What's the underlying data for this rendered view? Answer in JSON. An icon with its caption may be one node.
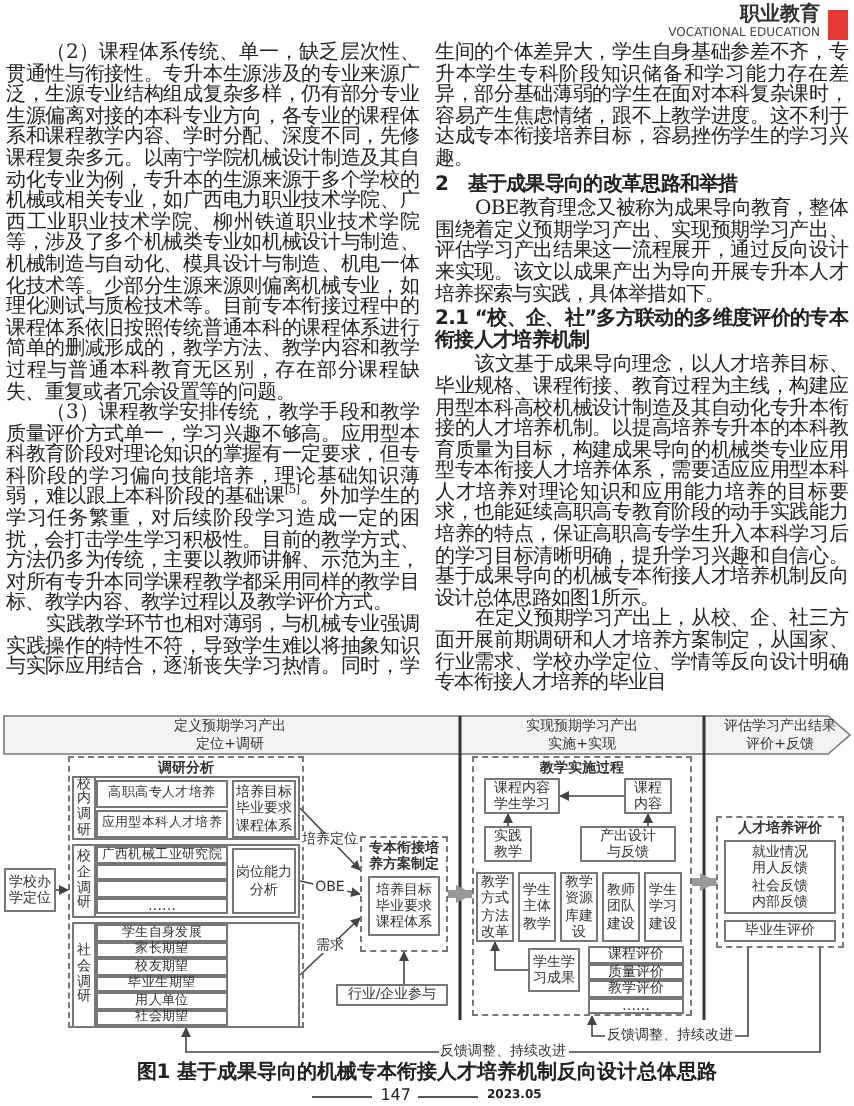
{
  "diagram": {
    "caption": "图1 基于成果导向的机械专本衔接人才培养机制反向设计总体思路",
    "nodes": [
      {
        "text": [
          "学校办学定位"
        ]
      },
      {
        "text": [
          "调研分析"
        ]
      },
      {
        "text": [
          "校内调研"
        ],
        "in": 1
      },
      {
        "text": [
          "高职高专人才培养"
        ],
        "in": 2
      },
      {
        "text": [
          "应用型本科人才培养"
        ],
        "in": 2
      },
      {
        "text": [
          "培养目标毕业要求课程体系"
        ],
        "in": 2
      },
      {
        "text": [
          "校企调研"
        ],
        "in": 1
      },
      {
        "text": [
          "广西机械工业研究院"
        ],
        "in": 6
      },
      {
        "text": [],
        "shape": "box",
        "in": 6
      },
      {
        "text": [],
        "shape": "box",
        "in": 6
      },
      {
        "text": [
          "……"
        ],
        "in": 6
      },
      {
        "text": [
          "岗位能力分析"
        ],
        "in": 6
      },
      {
        "text": [
          "社会调研"
        ],
        "in": 1
      },
      {
        "text": [
          "学生自身发展"
        ],
        "in": 12
      },
      {
        "text": [
          "家长期望"
        ],
        "in": 12
      },
      {
        "text": [
          "校友期望"
        ],
        "in": 12
      },
      {
        "text": [
          "毕业生期望"
        ],
        "in": 12
      },
      {
        "text": [
          "用人单位"
        ],
        "in": 12
      },
      {
        "text": [
          "社会期望"
        ],
        "in": 12
      },
      {
        "text": [
          "专本衔接培养方案制定"
        ]
      },
      {
        "text": [
          "培养目标毕业要求课程体系"
        ],
        "in": 19
      },
      {
        "text": [
          "行业/企业参与"
        ]
      },
      {
        "text": [
          "教学实施过程"
        ]
      },
      {
        "text": [
          "课程内容学生学习"
        ],
        "in": 22
      },
      {
        "text": [
          "课程内容"
        ],
        "in": 22
      },
      {
        "text": [
          "产出设计与反馈"
        ],
        "in": 22
      },
      {
        "text": [
          "实践教学"
        ],
        "in": 22
      },
      {
        "text": [
          "教学方式方法改革"
        ],
        "in": 22
      },
      {
        "text": [
          "学生主体教学"
        ],
        "in": 22
      },
      {
        "text": [
          "教学资源库建设"
        ],
        "in": 22
      },
      {
        "text": [
          "教师团队建设"
        ],
        "in": 22
      },
      {
        "text": [
          "学生学习建设"
        ],
        "in": 22
      },
      {
        "text": [
          "学生学习成果"
        ],
        "in": 22
      },
      {
        "text": [
          "课程评价"
        ],
        "in": 22
      },
      {
        "text": [
          "质量评价"
        ],
        "in": 22
      },
      {
        "text": [
          "教学评价"
        ],
        "in": 22
      },
      {
        "text": [
          "……"
        ],
        "in": 22
      },
      {
        "text": [
          "人才培养评价"
        ]
      },
      {
        "text": [
          "就业情况",
          "用人反馈",
          "社会反馈",
          "内部反馈"
        ],
        "in": 37
      },
      {
        "text": [
          "毕业生评价"
        ],
        "in": 37
      }
    ],
    "edges": [
      {
        "from": 0,
        "to": 1,
        "arrow": "to"
      },
      {
        "from": 2,
        "to": 19,
        "arrow": "to",
        "label": "培养定位"
      },
      {
        "from": 6,
        "to": 19,
        "arrow": "to",
        "label": "OBE"
      },
      {
        "from": 12,
        "to": 19,
        "arrow": "to",
        "label": "需求"
      },
      {
        "from": 21,
        "to": 19,
        "arrow": "to"
      },
      {
        "from": 19,
        "to": 22,
        "arrow": "to",
        "style": "thick"
      },
      {
        "from": 22,
        "to": 37,
        "arrow": "to",
        "style": "thick"
      },
      {
        "from": 24,
        "to": 23,
        "arrow": "to"
      },
      {
        "from": 25,
        "to": 24,
        "arrow": "to"
      },
      {
        "from": 26,
        "to": 23,
        "arrow": "to"
      },
      {
        "from": 32,
        "to": 27,
        "arrow": "to"
      },
      {
        "from": 37,
        "to": 22,
        "arrow": "to",
        "label": "反馈调整、持续改进"
      },
      {
        "from": 37,
        "to": 1,
        "arrow": "to",
        "label": "反馈调整、持续改进"
      }
    ],
    "labels": [
      "职业教育",
      "VOCATIONAL EDUCATION",
      "（2）课程体系传统、单一，缺乏层次性、贯通性与衔接性。专升本生源涉及的专业来源广泛，生源专业结构组成复杂多样，仍有部分专业生源偏离对接的本科专业方向，各专业的课程体系和课程教学内容、学时分配、深度不同，先修课程复杂多元。以南宁学院机械设计制造及其自动化专业为例，专升本的生源来源于多个学校的机械或相关专业，如广西电力职业技术学院、广西工业职业技术学院、柳州铁道职业技术学院等，涉及了多个机械类专业如机械设计与制造、机械制造与自动化、模具设计与制造、机电一体化技术等。少部分生源来源则偏离机械专业，如理化测试与质检技术等。目前专本衔接过程中的课程体系依旧按照传统普通本科的课程体系进行简单的删减形成的，教学方法、教学内容和教学过程与普通本科教育无区别，存在部分课程缺失、重复或者冗余设置等的问题。",
      "（3）课程教学安排传统，教学手段和教学质量评价方式单一，学习兴趣不够高。应用型本科教育阶段对理论知识的掌握有一定要求，但专科阶段的学习偏向技能培养，理论基础知识薄弱，难以跟上本科阶段的基础课$^{[5]}$。外加学生的学习任务繁重，对后续阶段学习造成一定的困扰，会打击学生学习积极性。目前的教学方式、方法仍多为传统，主要以教师讲解、示范为主，对所有专升本同学课程教学都采用同样的教学目标、教学内容、教学过程以及教学评价方式。",
      "实践教学环节也相对薄弱，与机械专业强调实践操作的特性不符，导致学生难以将抽象知识与实际应用结合，逐渐丧失学习热情。同时，学生间的个体差异大，学生自身基础参差不齐，专升本学生专科阶段知识储备和学习能力存在差异，部分基础薄弱的学生在面对本科复杂课时，容易产生焦虑情绪，跟不上教学进度。这不利于达成专本衔接培养目标，容易挫伤学生的学习兴趣。",
      "2　基于成果导向的改革思路和举措",
      "OBE教育理念又被称为成果导向教育，整体围绕着定义预期学习产出、实现预期学习产出、评估学习产出结果这一流程展开，通过反向设计来实现。该文以成果产出为导向开展专升本人才培养探索与实践，具体举措如下。",
      "2.1 “校、企、社”多方联动的多维度评价的专本衔接人才培养机制",
      "该文基于成果导向理念，以人才培养目标、毕业规格、课程衔接、教育过程为主线，构建应用型本科高校机械设计制造及其自动化专升本衔接的人才培养机制。以提高培养专升本的本科教育质量为目标，构建成果导向的机械类专业应用型专本衔接人才培养体系，需要适应应用型本科人才培养对理论知识和应用能力培养的目标要求，也能延续高职高专教育阶段的动手实践能力培养的特点，保证高职高专学生升入本科学习后的学习目标清晰明确，提升学习兴趣和自信心。基于成果导向的机械专本衔接人才培养机制反向设计总体思路如图1所示。",
      "在定义预期学习产出上，从校、企、社三方面开展前期调研和人才培养方案制定，从国家、行业需求、学校办学定位、学情等反向设计明确专本衔接人才培养的毕业目",
      "定义预期学习产出",
      "实现预期学习产出",
      "评估学习产出结果",
      "定位+调研",
      "实施+实现",
      "评价+反馈",
      "147",
      "2023.05"
    ]
  }
}
